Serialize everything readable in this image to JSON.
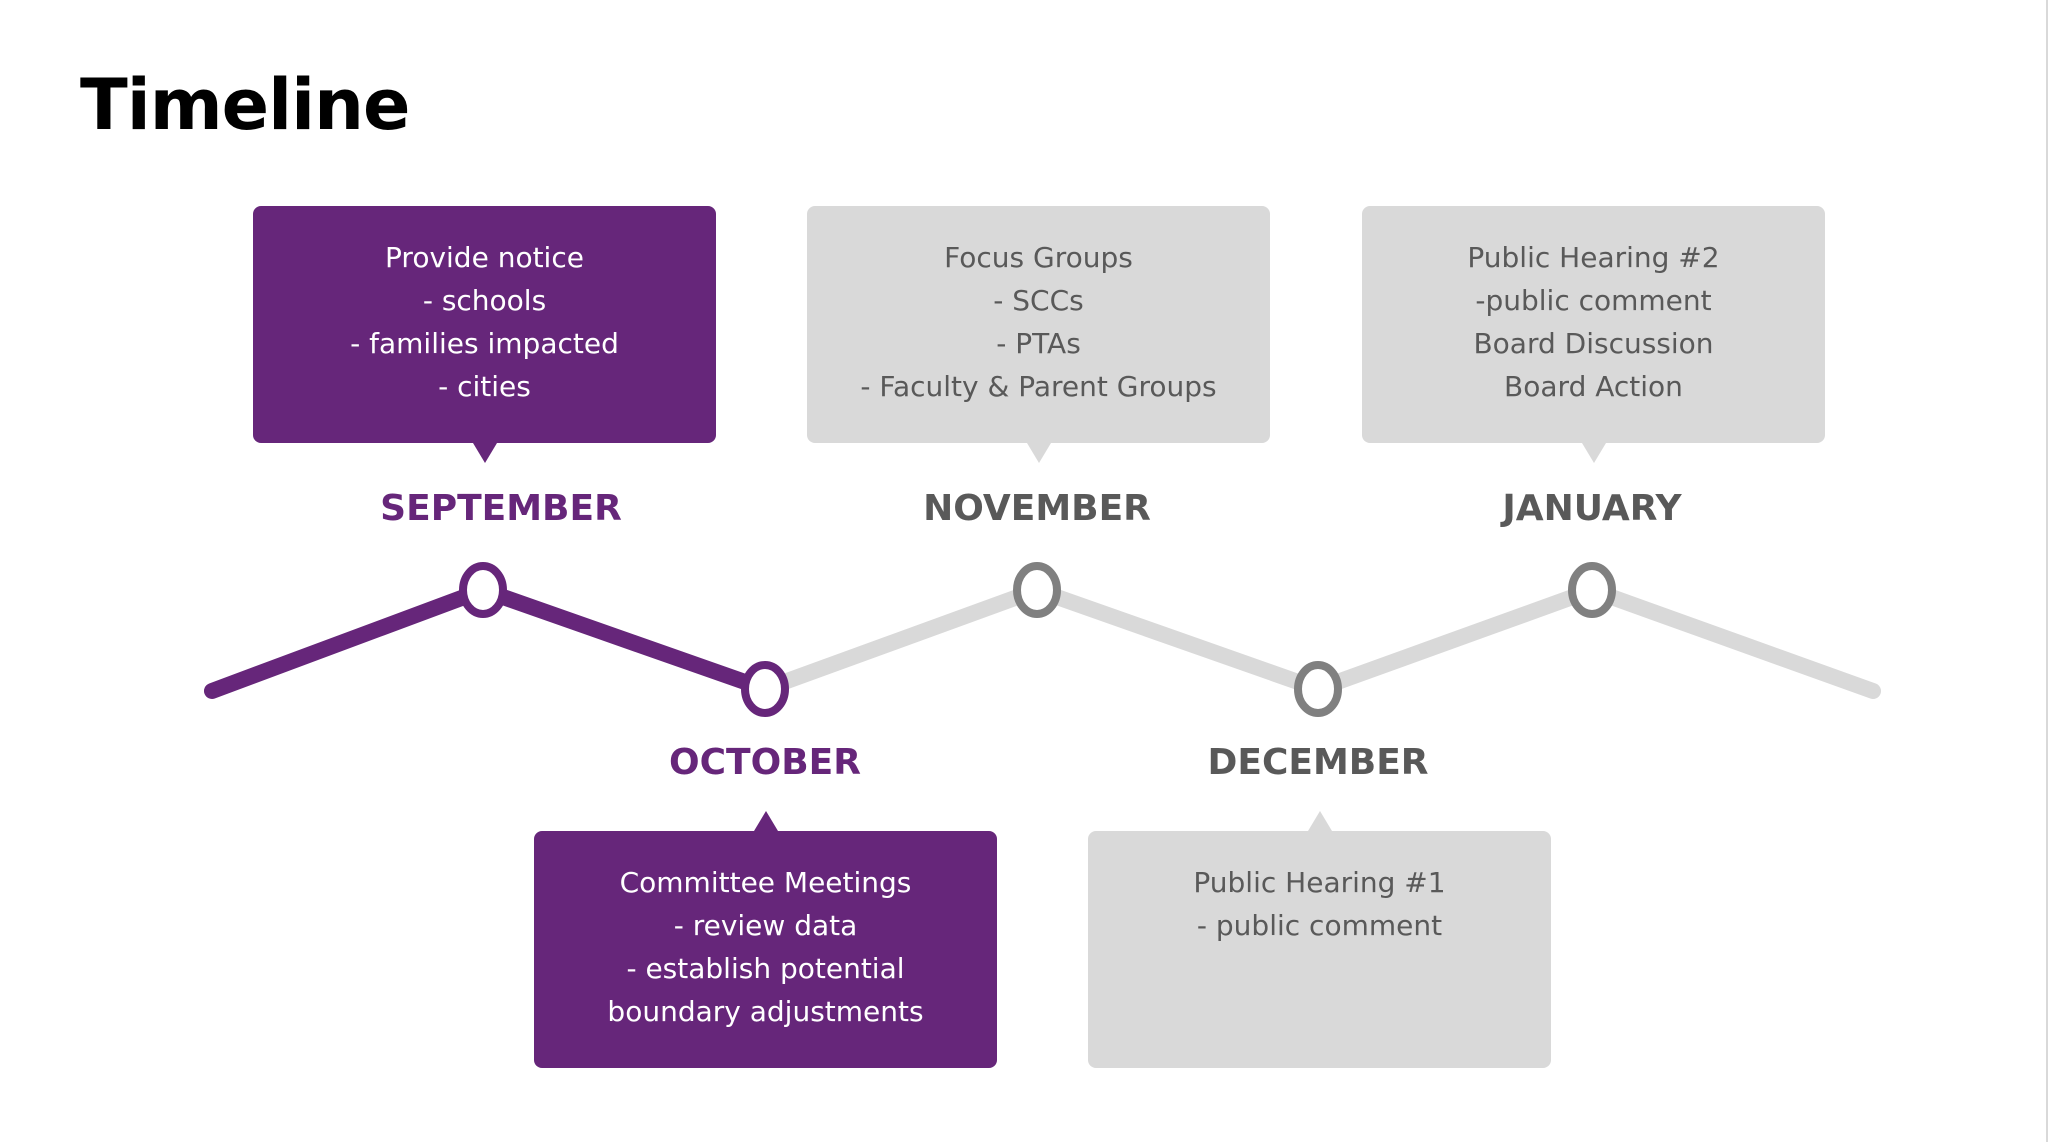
{
  "title": "Timeline",
  "colors": {
    "accent": "#66267a",
    "inactive_fill": "#d9d9d9",
    "inactive_text": "#595959",
    "inactive_line": "#d9d9d9",
    "inactive_node": "#808080"
  },
  "milestones": [
    {
      "month": "SEPTEMBER",
      "status": "completed",
      "lines": [
        "Provide notice",
        "- schools",
        "- families impacted",
        "- cities"
      ]
    },
    {
      "month": "OCTOBER",
      "status": "completed",
      "lines": [
        "Committee Meetings",
        "- review data",
        "- establish potential",
        "boundary adjustments"
      ]
    },
    {
      "month": "NOVEMBER",
      "status": "upcoming",
      "lines": [
        "Focus Groups",
        "- SCCs",
        "- PTAs",
        "- Faculty & Parent Groups"
      ]
    },
    {
      "month": "DECEMBER",
      "status": "upcoming",
      "lines": [
        "Public Hearing #1",
        "- public comment"
      ]
    },
    {
      "month": "JANUARY",
      "status": "upcoming",
      "lines": [
        "Public Hearing #2",
        "-public comment",
        "Board Discussion",
        "Board Action"
      ]
    }
  ]
}
